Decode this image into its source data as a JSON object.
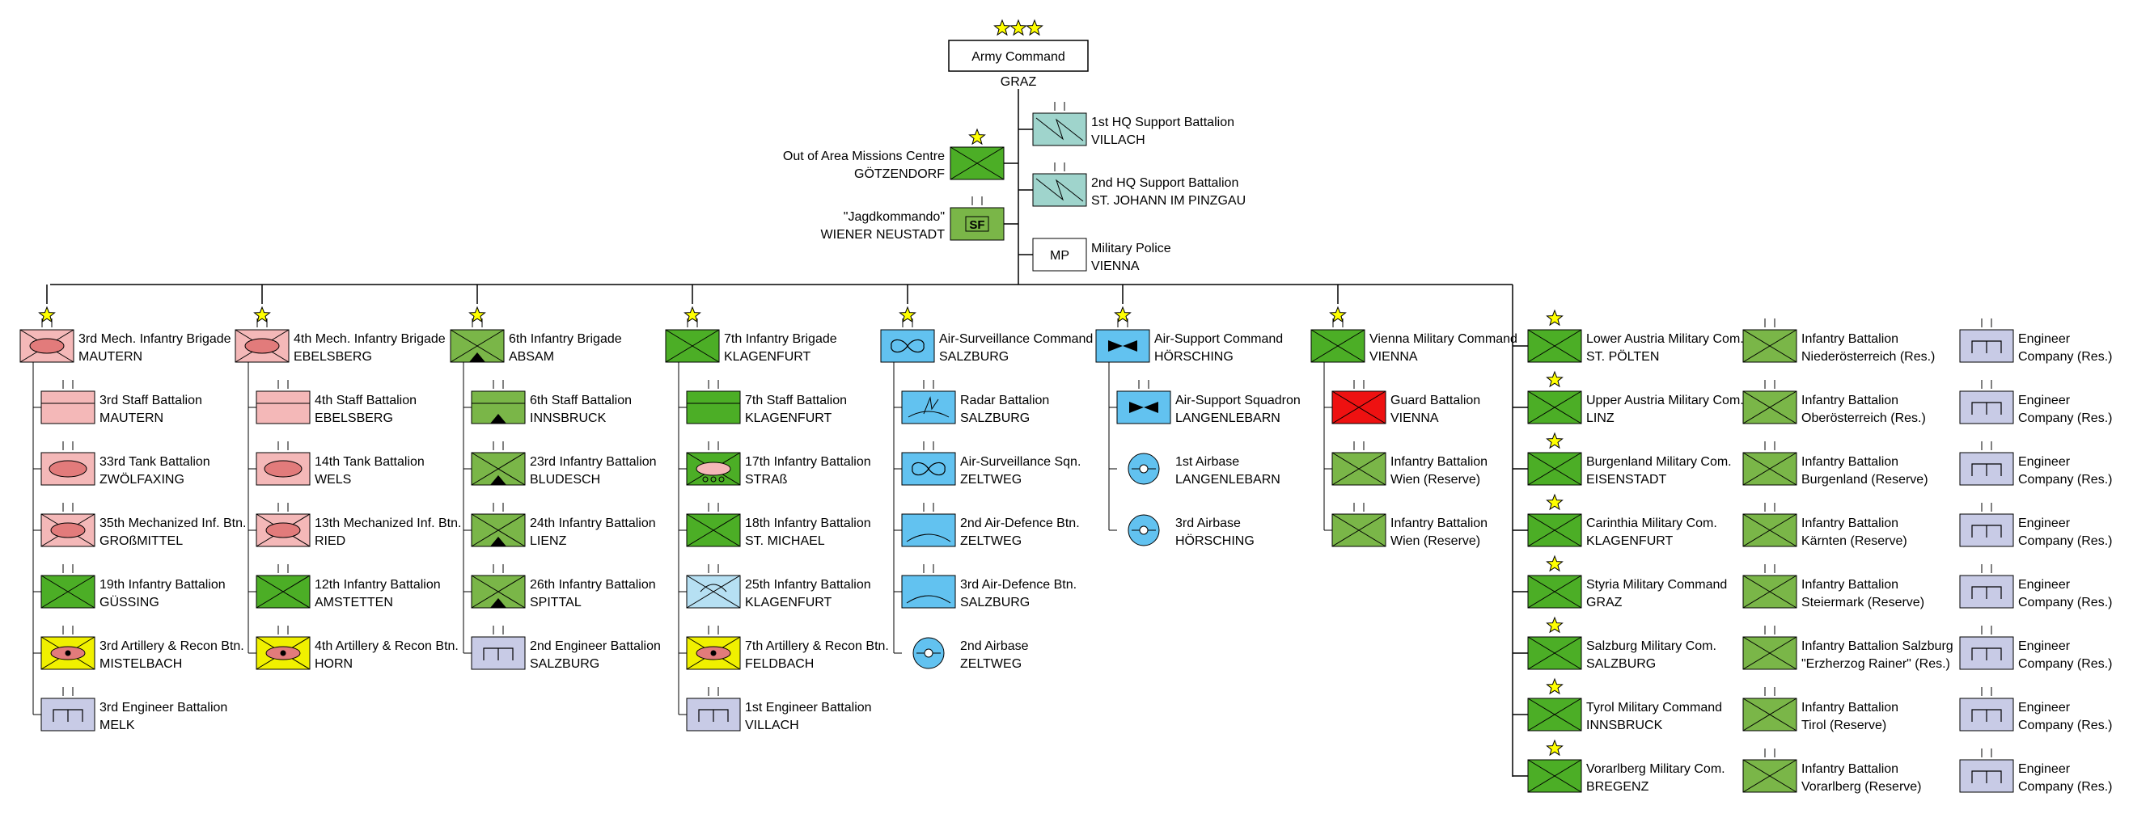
{
  "colors": {
    "line": "#000000",
    "star_fill": "#ffff00",
    "infantry_green": "#7ab648",
    "mech_pink": "#f4b8b8",
    "tank_red": "#e27b7b",
    "engineer_lav": "#c8cbe6",
    "air_blue": "#62c2f0",
    "hq_teal": "#9fd4cc",
    "guard_red": "#ee1111",
    "artillery_yellow": "#f0f000"
  },
  "top": {
    "army": {
      "label": "Army Command",
      "loc": "GRAZ"
    },
    "hq_support": [
      {
        "name": "1st HQ Support Battalion",
        "loc": "VILLACH"
      },
      {
        "name": "2nd HQ Support Battalion",
        "loc": "ST. JOHANN IM PINZGAU"
      }
    ],
    "mp": {
      "badge": "MP",
      "name": "Military Police",
      "loc": "VIENNA"
    },
    "missions": {
      "name": "Out of Area Missions Centre",
      "loc": "GÖTZENDORF"
    },
    "jagd": {
      "badge": "SF",
      "name": "\"Jagdkommando\"",
      "loc": "WIENER NEUSTADT"
    }
  },
  "columns": [
    {
      "head": {
        "icon": "mech",
        "name": "3rd Mech. Infantry Brigade",
        "loc": "MAUTERN"
      },
      "units": [
        {
          "icon": "staff",
          "name": "3rd Staff Battalion",
          "loc": "MAUTERN"
        },
        {
          "icon": "tank",
          "name": "33rd Tank Battalion",
          "loc": "ZWÖLFAXING"
        },
        {
          "icon": "mech",
          "name": "35th Mechanized Inf. Btn.",
          "loc": "GROßMITTEL"
        },
        {
          "icon": "inf",
          "name": "19th Infantry Battalion",
          "loc": "GÜSSING"
        },
        {
          "icon": "arty",
          "name": "3rd Artillery & Recon Btn.",
          "loc": "MISTELBACH"
        },
        {
          "icon": "eng",
          "name": "3rd Engineer Battalion",
          "loc": "MELK"
        }
      ]
    },
    {
      "head": {
        "icon": "mech",
        "name": "4th Mech. Infantry Brigade",
        "loc": "EBELSBERG"
      },
      "units": [
        {
          "icon": "staff",
          "name": "4th Staff Battalion",
          "loc": "EBELSBERG"
        },
        {
          "icon": "tank",
          "name": "14th Tank Battalion",
          "loc": "WELS"
        },
        {
          "icon": "mech",
          "name": "13th Mechanized Inf. Btn.",
          "loc": "RIED"
        },
        {
          "icon": "inf",
          "name": "12th Infantry Battalion",
          "loc": "AMSTETTEN"
        },
        {
          "icon": "arty",
          "name": "4th Artillery & Recon Btn.",
          "loc": "HORN"
        }
      ]
    },
    {
      "head": {
        "icon": "mtn",
        "name": "6th Infantry Brigade",
        "loc": "ABSAM"
      },
      "units": [
        {
          "icon": "staffmtn",
          "name": "6th Staff Battalion",
          "loc": "INNSBRUCK"
        },
        {
          "icon": "mtn",
          "name": "23rd Infantry Battalion",
          "loc": "BLUDESCH"
        },
        {
          "icon": "mtn",
          "name": "24th Infantry Battalion",
          "loc": "LIENZ"
        },
        {
          "icon": "mtn",
          "name": "26th Infantry Battalion",
          "loc": "SPITTAL"
        },
        {
          "icon": "eng",
          "name": "2nd Engineer Battalion",
          "loc": "SALZBURG"
        }
      ]
    },
    {
      "head": {
        "icon": "inf",
        "name": "7th Infantry Brigade",
        "loc": "KLAGENFURT"
      },
      "units": [
        {
          "icon": "staffgreen",
          "name": "7th Staff Battalion",
          "loc": "KLAGENFURT"
        },
        {
          "icon": "wheeled",
          "name": "17th Infantry Battalion",
          "loc": "STRAß"
        },
        {
          "icon": "inf",
          "name": "18th Infantry Battalion",
          "loc": "ST. MICHAEL"
        },
        {
          "icon": "para",
          "name": "25th Infantry Battalion",
          "loc": "KLAGENFURT"
        },
        {
          "icon": "arty",
          "name": "7th Artillery & Recon Btn.",
          "loc": "FELDBACH"
        },
        {
          "icon": "eng",
          "name": "1st Engineer Battalion",
          "loc": "VILLACH"
        }
      ]
    },
    {
      "head": {
        "icon": "airsurv",
        "name": "Air-Surveillance Command",
        "loc": "SALZBURG"
      },
      "units": [
        {
          "icon": "radar",
          "name": "Radar Battalion",
          "loc": "SALZBURG"
        },
        {
          "icon": "airsurv",
          "name": "Air-Surveillance Sqn.",
          "loc": "ZELTWEG"
        },
        {
          "icon": "airdef",
          "name": "2nd Air-Defence Btn.",
          "loc": "ZELTWEG"
        },
        {
          "icon": "airdef",
          "name": "3rd Air-Defence Btn.",
          "loc": "SALZBURG"
        },
        {
          "icon": "airbase",
          "name": "2nd Airbase",
          "loc": "ZELTWEG"
        }
      ]
    },
    {
      "head": {
        "icon": "airsup",
        "name": "Air-Support Command",
        "loc": "HÖRSCHING"
      },
      "units": [
        {
          "icon": "airsup",
          "name": "Air-Support Squadron",
          "loc": "LANGENLEBARN"
        },
        {
          "icon": "airbase",
          "name": "1st Airbase",
          "loc": "LANGENLEBARN"
        },
        {
          "icon": "airbase",
          "name": "3rd Airbase",
          "loc": "HÖRSCHING"
        }
      ]
    },
    {
      "head": {
        "icon": "inf",
        "name": "Vienna Military Command",
        "loc": "VIENNA"
      },
      "units": [
        {
          "icon": "guard",
          "name": "Guard Battalion",
          "loc": "VIENNA"
        },
        {
          "icon": "infres",
          "name": "Infantry Battalion",
          "loc": "Wien (Reserve)"
        },
        {
          "icon": "infres",
          "name": "Infantry Battalion",
          "loc": "Wien (Reserve)"
        }
      ]
    }
  ],
  "regional": [
    {
      "cmd": "Lower Austria Military Com.",
      "cmd_loc": "ST. PÖLTEN",
      "bn": "Infantry Battalion",
      "bn_loc": "Niederösterreich (Res.)",
      "eng": "Engineer",
      "eng_loc": "Company (Res.)"
    },
    {
      "cmd": "Upper Austria Military Com.",
      "cmd_loc": "LINZ",
      "bn": "Infantry Battalion",
      "bn_loc": "Oberösterreich (Res.)",
      "eng": "Engineer",
      "eng_loc": "Company (Res.)"
    },
    {
      "cmd": "Burgenland Military Com.",
      "cmd_loc": "EISENSTADT",
      "bn": "Infantry Battalion",
      "bn_loc": "Burgenland (Reserve)",
      "eng": "Engineer",
      "eng_loc": "Company (Res.)"
    },
    {
      "cmd": "Carinthia Military Com.",
      "cmd_loc": "KLAGENFURT",
      "bn": "Infantry Battalion",
      "bn_loc": "Kärnten (Reserve)",
      "eng": "Engineer",
      "eng_loc": "Company (Res.)"
    },
    {
      "cmd": "Styria Military Command",
      "cmd_loc": "GRAZ",
      "bn": "Infantry Battalion",
      "bn_loc": "Steiermark (Reserve)",
      "eng": "Engineer",
      "eng_loc": "Company (Res.)"
    },
    {
      "cmd": "Salzburg Military Com.",
      "cmd_loc": "SALZBURG",
      "bn": "Infantry Battalion Salzburg",
      "bn_loc": "\"Erzherzog Rainer\" (Res.)",
      "eng": "Engineer",
      "eng_loc": "Company (Res.)"
    },
    {
      "cmd": "Tyrol Military Command",
      "cmd_loc": "INNSBRUCK",
      "bn": "Infantry Battalion",
      "bn_loc": "Tirol (Reserve)",
      "eng": "Engineer",
      "eng_loc": "Company (Res.)"
    },
    {
      "cmd": "Vorarlberg Military Com.",
      "cmd_loc": "BREGENZ",
      "bn": "Infantry Battalion",
      "bn_loc": "Vorarlberg (Reserve)",
      "eng": "Engineer",
      "eng_loc": "Company (Res.)"
    }
  ]
}
